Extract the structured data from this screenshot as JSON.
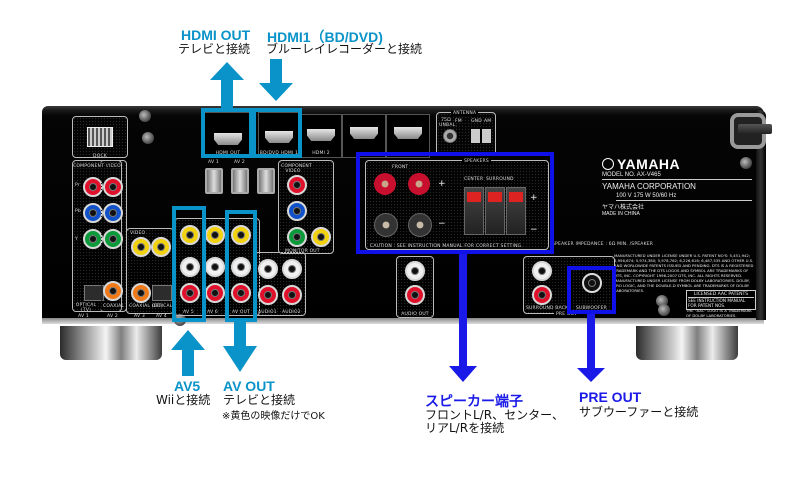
{
  "device": {
    "brand": "YAMAHA",
    "model_label": "MODEL NO.",
    "model": "AX-V465",
    "corporation": "YAMAHA CORPORATION",
    "power_spec": "100 V   175 W   50/60 Hz",
    "corp_jp": "ヤマハ株式会社",
    "origin": "MADE IN CHINA",
    "licensed_aac": "LICENSED AAC PATENTS",
    "aac_note": "SEE INSTRUCTION MANUAL FOR PATENT NOS.",
    "aac_trademark": "THE \"AAC\" LOGO IS A TRADEMARK OF DOLBY LABORATORIES.",
    "legal_dts": "MANUFACTURED UNDER LICENSE UNDER U.S. PATENT NO'S: 5,451,942; 5,956,674; 5,974,380; 5,978,762; 6,226,616; 6,487,535 AND OTHER U.S. AND WORLDWIDE PATENTS ISSUED AND PENDING. DTS IS A REGISTERED TRADEMARK AND THE DTS LOGOS AND SYMBOL ARE TRADEMARKS OF DTS, INC. COPYRIGHT 1996-2007 DTS, INC. ALL RIGHTS RESERVED.",
    "legal_dolby": "MANUFACTURED UNDER LICENSE FROM DOLBY LABORATORIES. DOLBY, PRO LOGIC, AND THE DOUBLE-D SYMBOL ARE TRADEMARKS OF DOLBY LABORATORIES."
  },
  "panel_labels": {
    "dock": "DOCK",
    "component_video": "COMPONENT VIDEO",
    "pb": "Pb",
    "pr": "Pr",
    "y": "Y",
    "video": "VIDEO",
    "optical_tv": "OPTICAL (TV)",
    "coaxial": "COAXIAL",
    "coaxial_cd": "COAXIAL (CD)",
    "optical": "OPTICAL",
    "av1": "AV 1",
    "av2": "AV 2",
    "av3": "AV 3",
    "av4": "AV 4",
    "av5": "AV 5",
    "av6": "AV 6",
    "av_out": "AV OUT",
    "audio1": "AUDIO1",
    "audio2": "AUDIO2",
    "monitor_out": "MONITOR OUT",
    "hdmi_out": "HDMI OUT",
    "hdmi1": "BD/DVD HDMI 1",
    "hdmi2": "HDMI 2",
    "hdmi3": "HDMI 3",
    "hdmi4": "HDMI 4",
    "antenna": "ANTENNA",
    "unbal": "75Ω UNBAL.",
    "fm": "FM",
    "gnd": "GND",
    "am": "AM",
    "speakers": "SPEAKERS",
    "front": "FRONT",
    "center": "CENTER",
    "surround": "SURROUND",
    "caution": "CAUTION : SEE INSTRUCTION MANUAL FOR CORRECT SETTING.",
    "impedance": "SPEAKER IMPEDANCE : 6Ω MIN. /SPEAKER",
    "audio_out": "AUDIO OUT",
    "surround_back": "SURROUND BACK",
    "subwoofer": "SUBWOOFER",
    "pre_out": "PRE OUT"
  },
  "callouts": [
    {
      "id": "hdmi-out",
      "title": "HDMI OUT",
      "desc": "テレビと接続",
      "note": "",
      "direction": "up",
      "color": "#0a93c8"
    },
    {
      "id": "hdmi1",
      "title": "HDMI1（BD/DVD)",
      "desc": "ブルーレイレコーダーと接続",
      "note": "",
      "direction": "down",
      "color": "#0a93c8"
    },
    {
      "id": "av5",
      "title": "AV5",
      "desc": "Wiiと接続",
      "note": "",
      "direction": "up",
      "color": "#0a93c8"
    },
    {
      "id": "av-out",
      "title": "AV OUT",
      "desc": "テレビと接続",
      "note": "※黄色の映像だけでOK",
      "direction": "down",
      "color": "#0a93c8"
    },
    {
      "id": "speakers",
      "title": "スピーカー端子",
      "desc": "フロントL/R、センター、",
      "desc2": "リアL/Rを接続",
      "direction": "down",
      "color": "#1a1ae8"
    },
    {
      "id": "pre-out",
      "title": "PRE OUT",
      "desc": "サブウーファーと接続",
      "note": "",
      "direction": "down",
      "color": "#1a1ae8"
    }
  ]
}
